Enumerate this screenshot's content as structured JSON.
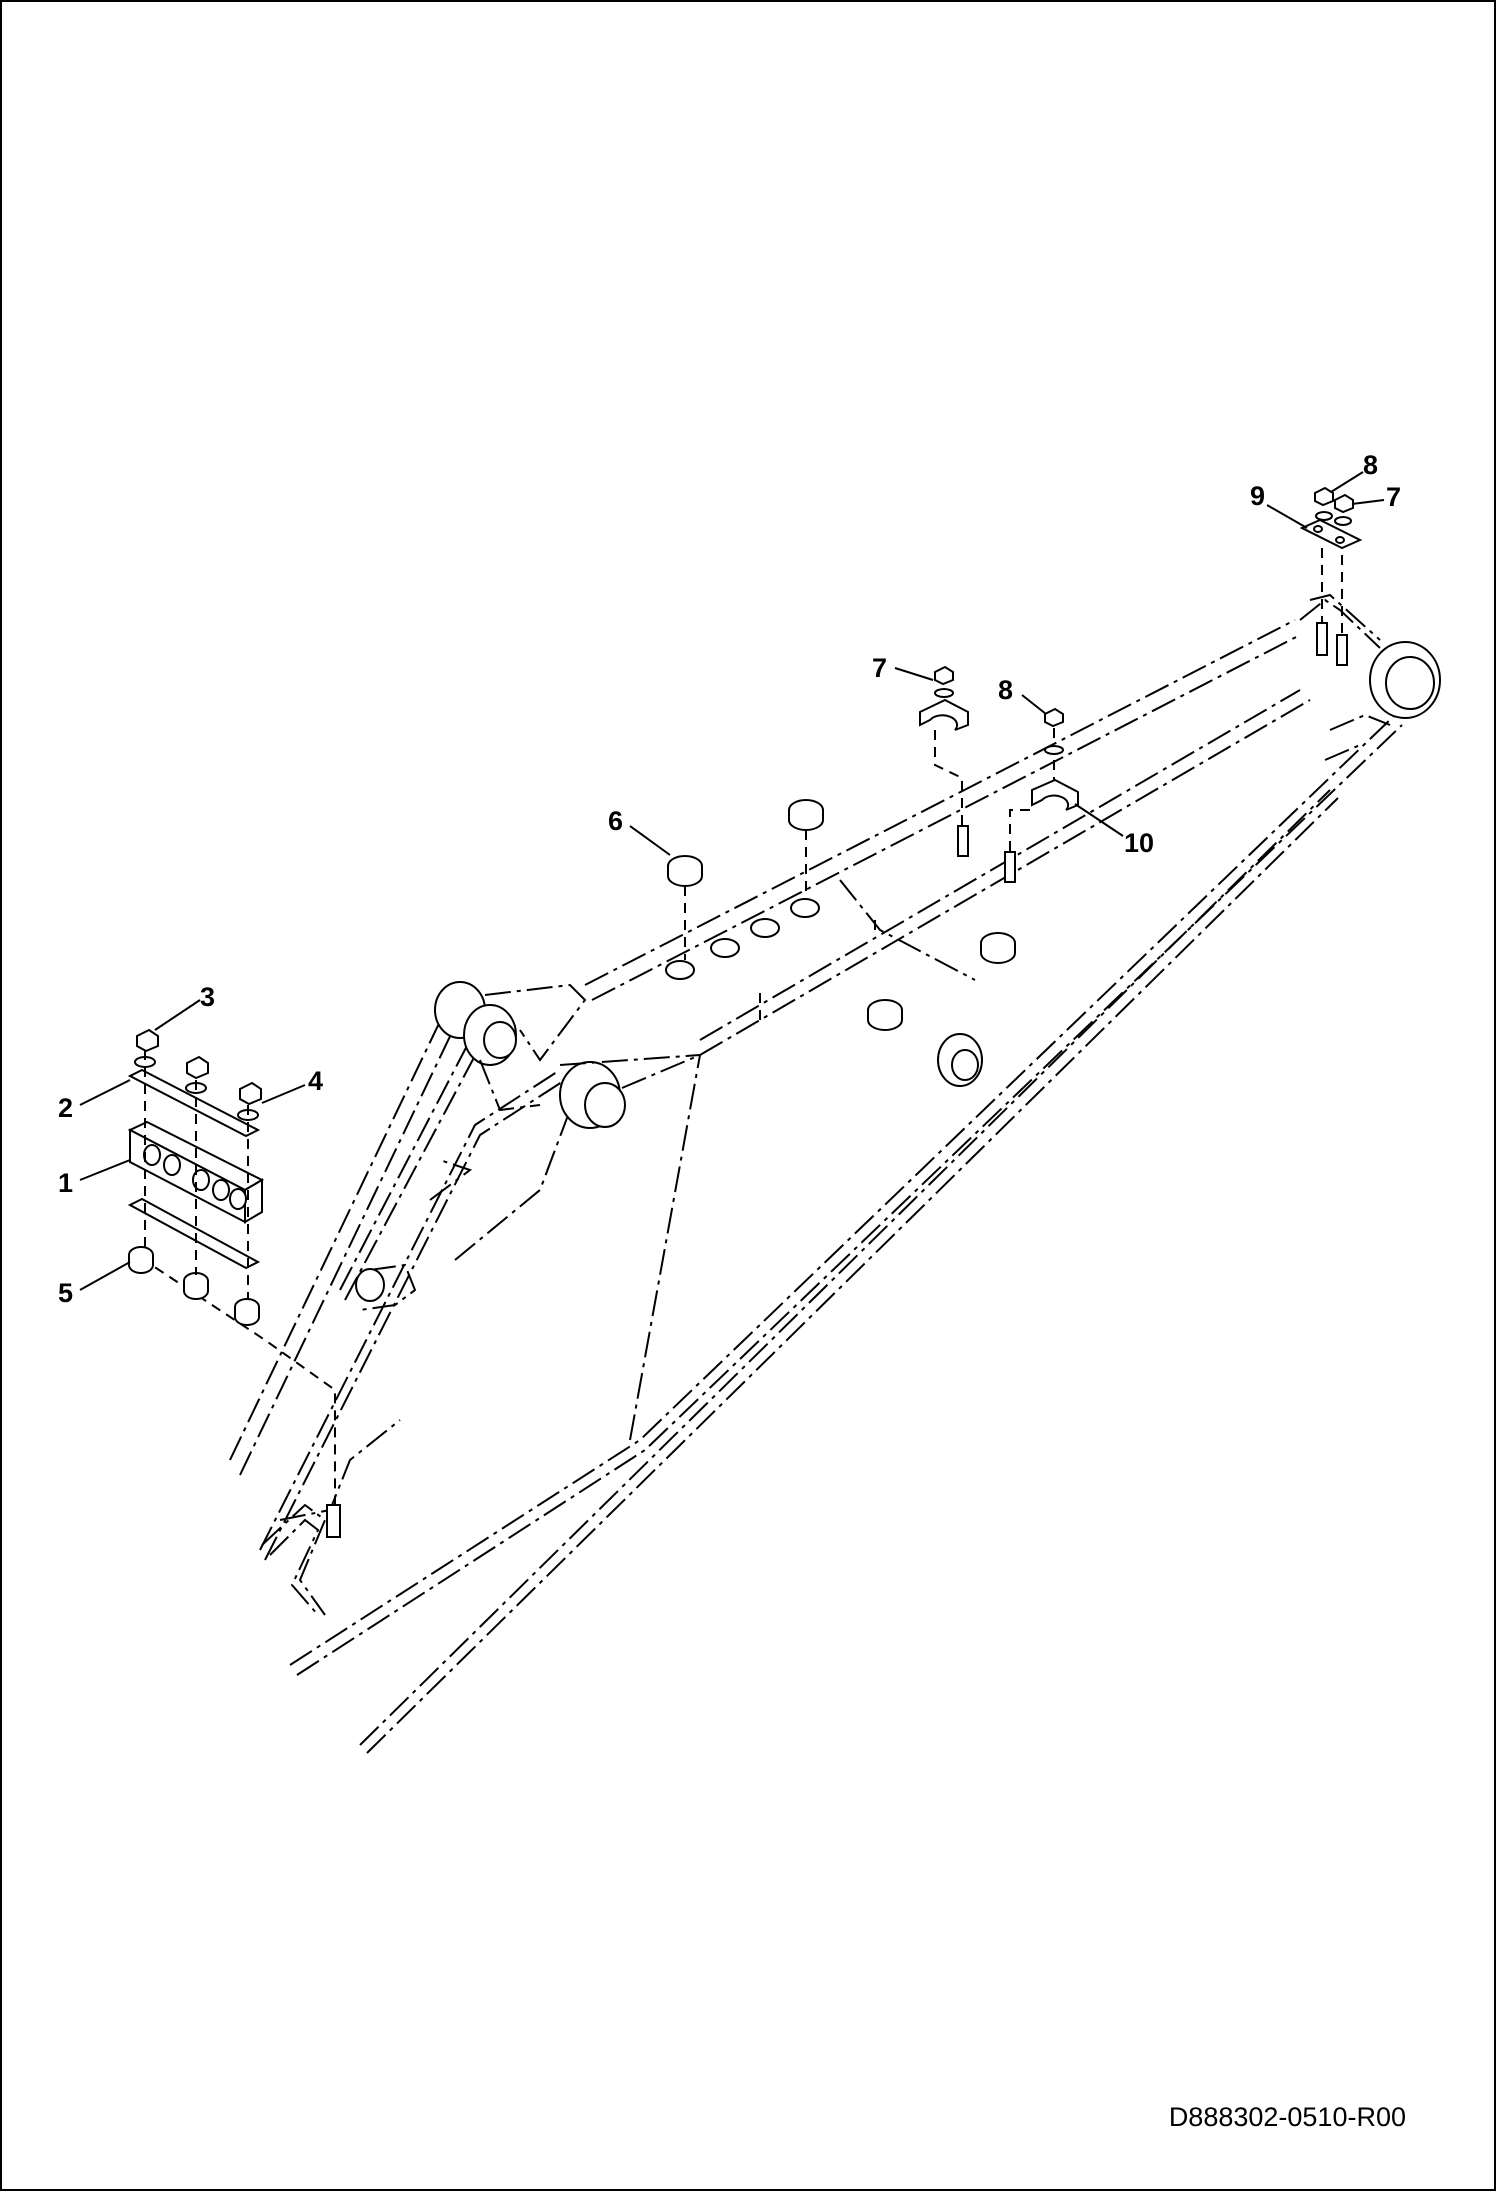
{
  "drawing_code": "D888302-0510-R00",
  "callouts": [
    "1",
    "2",
    "3",
    "4",
    "5",
    "6",
    "7",
    "8",
    "9",
    "10"
  ]
}
